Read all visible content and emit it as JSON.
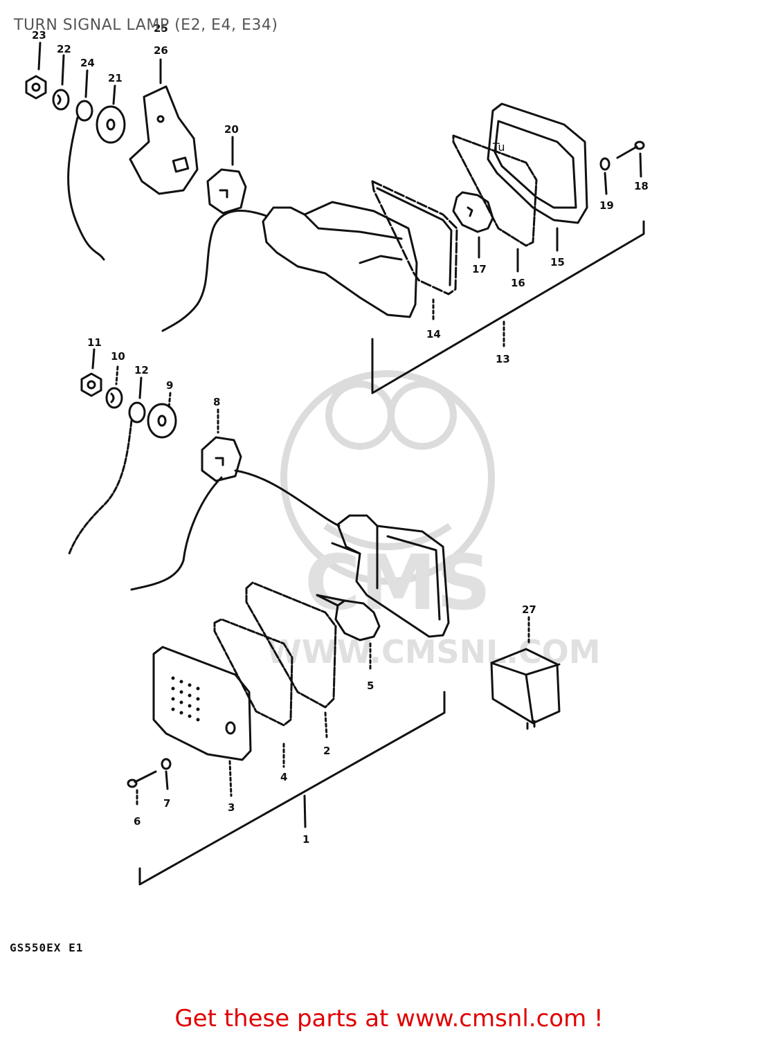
{
  "title": "TURN SIGNAL LAMP (E2, E4, E34)",
  "model_code": "GS550EX E1",
  "footer_link": "Get these parts at www.cmsnl.com !",
  "watermark": {
    "brand": "CMS",
    "url": "WWW.CMSNL.COM"
  },
  "part_labels": {
    "p1": "1",
    "p2": "2",
    "p3": "3",
    "p4": "4",
    "p5": "5",
    "p6": "6",
    "p7": "7",
    "p8": "8",
    "p9": "9",
    "p10": "10",
    "p11": "11",
    "p12": "12",
    "p13": "13",
    "p14": "14",
    "p15": "15",
    "p16": "16",
    "p17": "17",
    "p18": "18",
    "p19": "19",
    "p20": "20",
    "p21": "21",
    "p22": "22",
    "p23": "23",
    "p24": "24",
    "p25": "25",
    "p26": "26",
    "p27": "27"
  },
  "colors": {
    "line": "#111111",
    "watermark": "#d9d9d9",
    "footer": "#e00000"
  }
}
